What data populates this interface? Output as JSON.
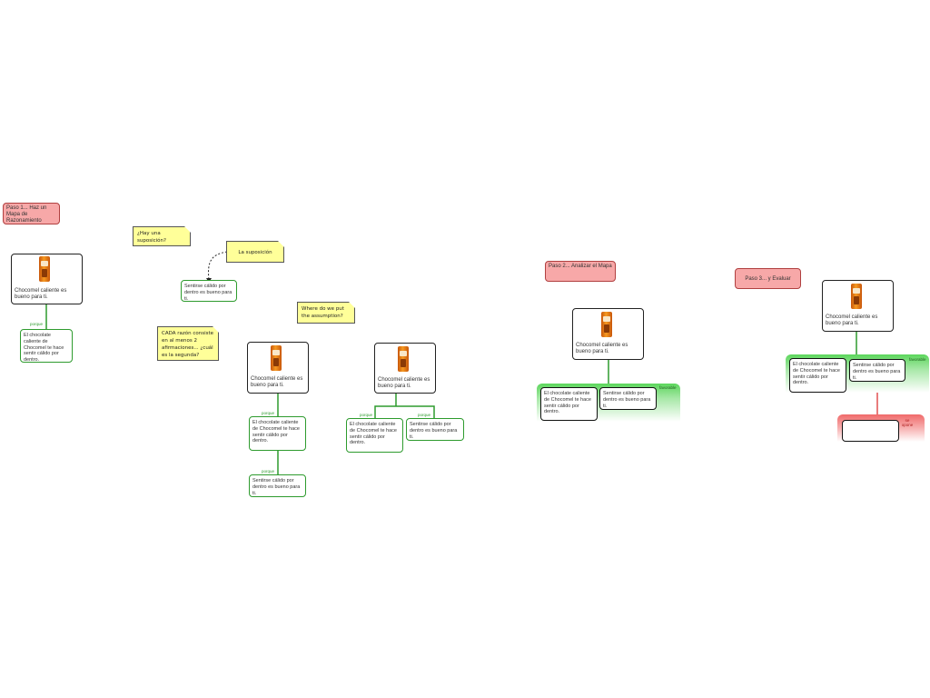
{
  "steps": {
    "step1": "Paso 1... Haz un Mapa de Razonamiento",
    "step2": "Paso 2... Analizar el Mapa",
    "step3": "Paso 3... y Evaluar"
  },
  "notes": {
    "assumption_q": "¿Hay una suposición?",
    "assumption": "La suposición",
    "reason_q": "CADA razón consiste en al menos 2 afirmaciones... ¿cuál es la segunda?",
    "where_q": "Where do we put the assumption?"
  },
  "text": {
    "claim": "Chocomel caliente es bueno para ti.",
    "reason1": "El chocolate caliente de Chocomel te hace sentir cálido por dentro.",
    "reason2": "Sentirse cálido por dentro es bueno para ti.",
    "because": "porque",
    "favorable": "favorable",
    "opposing": "se opone"
  },
  "colors": {
    "support": "#2e9b2e",
    "oppose": "#e05050",
    "step_fill": "#f7a8a8",
    "note_fill": "#ffff99"
  }
}
